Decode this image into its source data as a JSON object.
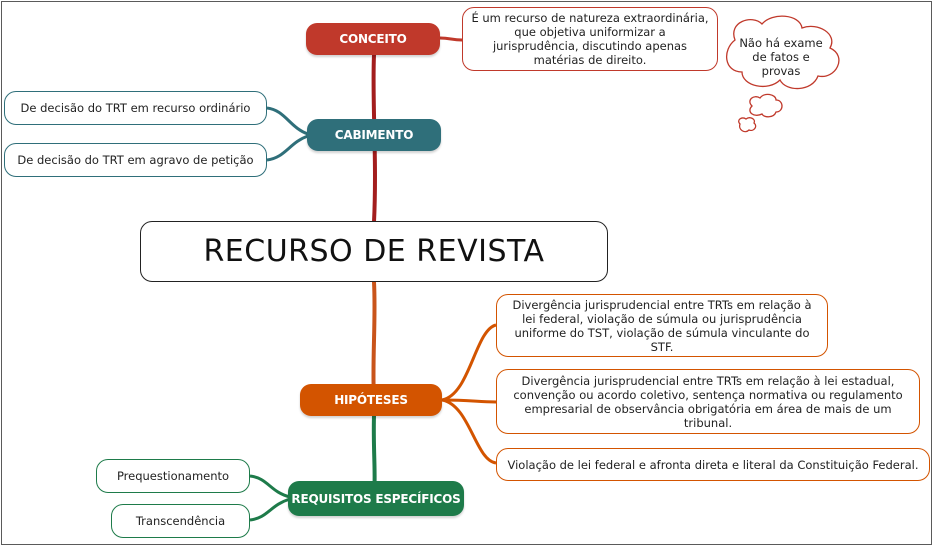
{
  "title": "RECURSO DE REVISTA",
  "colors": {
    "conceito": "#c0392b",
    "cabimento": "#2f6f7a",
    "hipoteses": "#d35400",
    "requisitos": "#1e7b4a",
    "center_line": "#8b1a1a"
  },
  "conceito": {
    "label": "CONCEITO",
    "description": "É um recurso de natureza extraordinária, que objetiva uniformizar a jurisprudência, discutindo apenas matérias de direito.",
    "thought": "Não há exame de fatos e provas"
  },
  "cabimento": {
    "label": "CABIMENTO",
    "items": [
      "De decisão do TRT em recurso ordinário",
      "De decisão do TRT em agravo de petição"
    ]
  },
  "hipoteses": {
    "label": "HIPÓTESES",
    "items": [
      "Divergência jurisprudencial entre TRTs em relação à lei federal, violação de súmula ou jurisprudência uniforme do TST, violação de súmula vinculante do STF.",
      "Divergência jurisprudencial entre TRTs em relação à lei estadual, convenção ou acordo coletivo, sentença normativa ou regulamento empresarial de observância obrigatória em área de mais de um tribunal.",
      "Violação de lei federal e afronta direta e literal da Constituição Federal."
    ]
  },
  "requisitos": {
    "label": "REQUISITOS ESPECÍFICOS",
    "items": [
      "Prequestionamento",
      "Transcendência"
    ]
  }
}
